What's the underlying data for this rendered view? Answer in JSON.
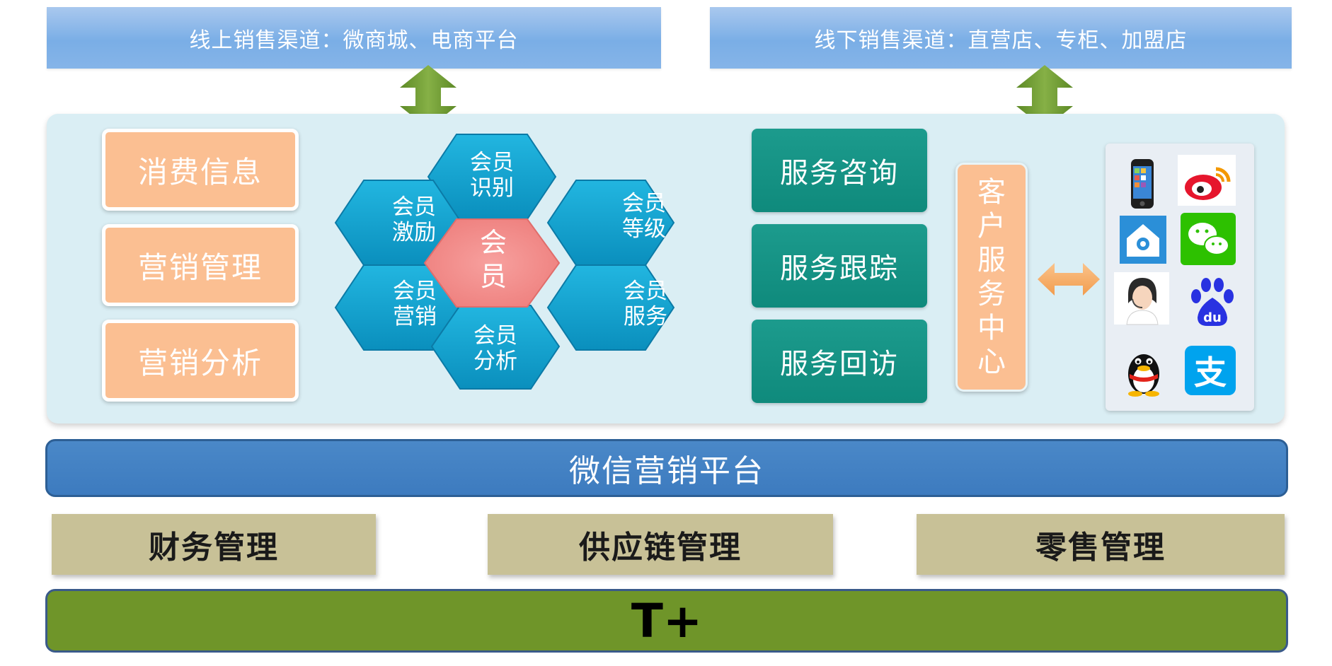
{
  "channels": {
    "online": "线上销售渠道：微商城、电商平台",
    "offline": "线下销售渠道：直营店、专柜、加盟店"
  },
  "left_boxes": [
    "消费信息",
    "营销管理",
    "营销分析"
  ],
  "hex": {
    "center": [
      "会",
      "员"
    ],
    "identify": [
      "会员",
      "识别"
    ],
    "incentive": [
      "会员",
      "激励"
    ],
    "level": [
      "会员",
      "等级"
    ],
    "marketing": [
      "会员",
      "营销"
    ],
    "service": [
      "会员",
      "服务"
    ],
    "analysis": [
      "会员",
      "分析"
    ]
  },
  "services": [
    "服务咨询",
    "服务跟踪",
    "服务回访"
  ],
  "customer_center": [
    "客",
    "户",
    "服",
    "务",
    "中",
    "心"
  ],
  "social_icons": [
    "phone-icon",
    "weibo-icon",
    "house-icon",
    "wechat-icon",
    "agent-icon",
    "baidu-icon",
    "qq-icon",
    "alipay-icon"
  ],
  "baidu_text": "du",
  "alipay_text": "支",
  "platform": "微信营销平台",
  "modules": [
    "财务管理",
    "供应链管理",
    "零售管理"
  ],
  "base": "T+",
  "colors": {
    "channel_blue": "#7aaee6",
    "panel": "#daeef4",
    "orange": "#fbbf92",
    "hex_blue": "#0b9fcc",
    "hex_center": "#f28b89",
    "teal": "#128f81",
    "platform_blue": "#3d7bbf",
    "module_khaki": "#c8c197",
    "base_green": "#6f9529",
    "arrow_green": "#6e9a32",
    "arrow_orange": "#f7ad6b"
  }
}
